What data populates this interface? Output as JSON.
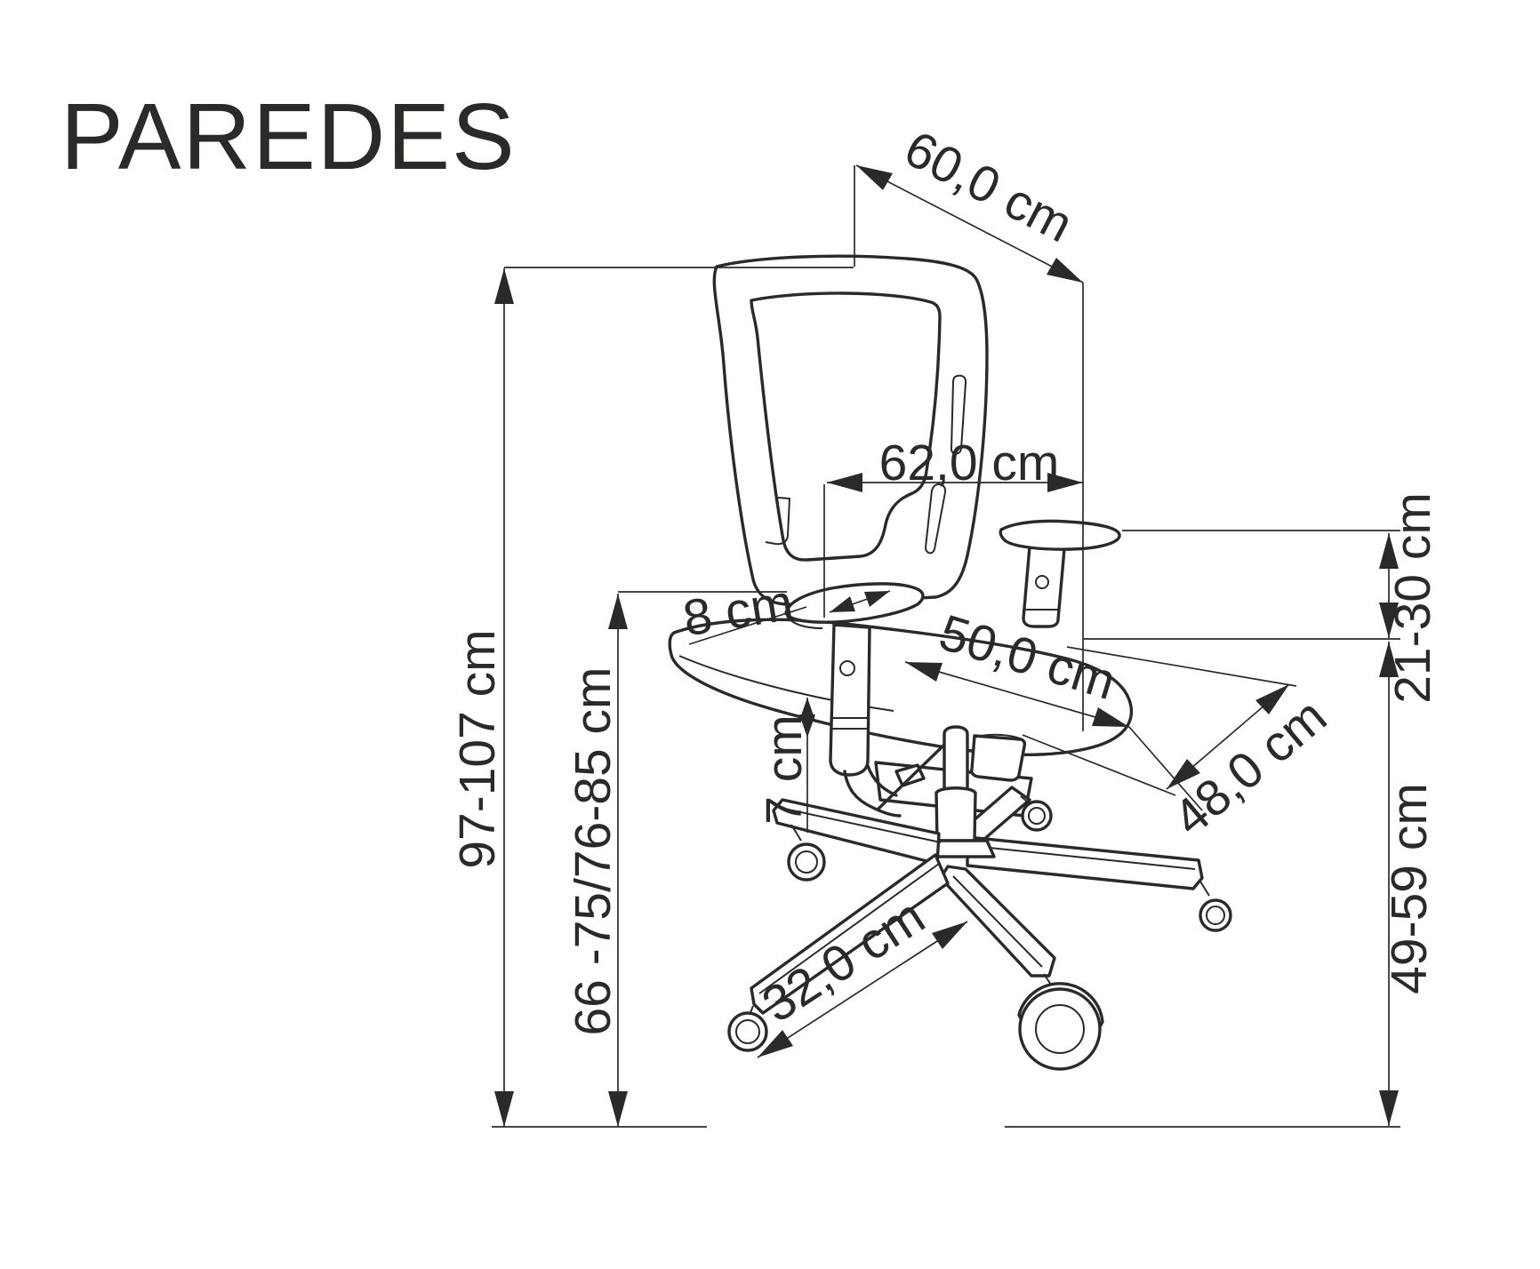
{
  "title": "PAREDES",
  "colors": {
    "ink": "#2b2a29",
    "background": "#ffffff"
  },
  "dimensions": {
    "backrest_top_depth": {
      "label": "60,0 cm"
    },
    "overall_width": {
      "label": "62,0 cm"
    },
    "armrest_height_over_seat": {
      "label": "21-30 cm"
    },
    "armrest_pad_adjust": {
      "label": "8 cm"
    },
    "seat_depth": {
      "label": "50,0 cm"
    },
    "seat_width": {
      "label": "48,0 cm"
    },
    "overall_height_range": {
      "label": "97-107 cm"
    },
    "armrest_floor_height": {
      "label": "66 -75/76-85 cm"
    },
    "seat_height_range": {
      "label": "49-59 cm"
    },
    "base_leg_length": {
      "label": "32,0 cm"
    },
    "seat_slide_stroke": {
      "label": "7 cm"
    }
  }
}
